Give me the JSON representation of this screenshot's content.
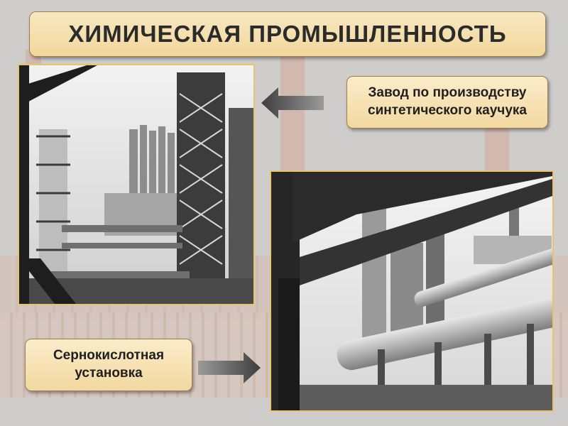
{
  "slide": {
    "title": "ХИМИЧЕСКАЯ ПРОМЫШЛЕННОСТЬ",
    "caption_top": {
      "line1": "Завод по производству",
      "line2": "синтетического каучука"
    },
    "caption_bottom": {
      "line1": "Сернокислотная",
      "line2": "установка"
    },
    "colors": {
      "caption_bg": "#f2d8a0",
      "frame": "#e7c36b",
      "arrow": "#4a4a4a"
    }
  }
}
